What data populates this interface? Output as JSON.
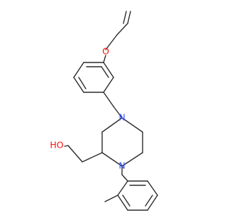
{
  "molecule": {
    "atoms": [
      {
        "id": "O_allyl",
        "label": "O",
        "color": "#ff0d0d"
      },
      {
        "id": "N_top",
        "label": "N",
        "color": "#3050f8"
      },
      {
        "id": "N_bottom",
        "label": "N",
        "color": "#3050f8"
      },
      {
        "id": "OH",
        "label": "HO",
        "color": "#ff0d0d"
      }
    ]
  }
}
